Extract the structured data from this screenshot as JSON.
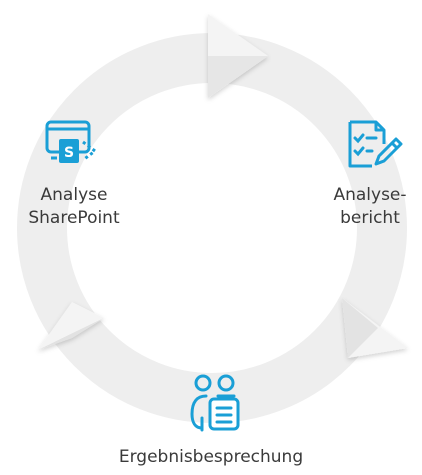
{
  "nodes": {
    "sharepoint": {
      "line1": "Analyse",
      "line2": "SharePoint",
      "icon": "sharepoint-icon"
    },
    "report": {
      "line1": "Analyse-",
      "line2": "bericht",
      "icon": "checklist-document-icon"
    },
    "meeting": {
      "line1": "Ergebnisbesprechung",
      "icon": "people-document-icon"
    }
  },
  "colors": {
    "ring": "#eeeeee",
    "arrow": "#f3f3f3",
    "arrow_shade": "#dcdcdc",
    "icon": "#1a9fd6",
    "text": "#3a3a3a"
  }
}
